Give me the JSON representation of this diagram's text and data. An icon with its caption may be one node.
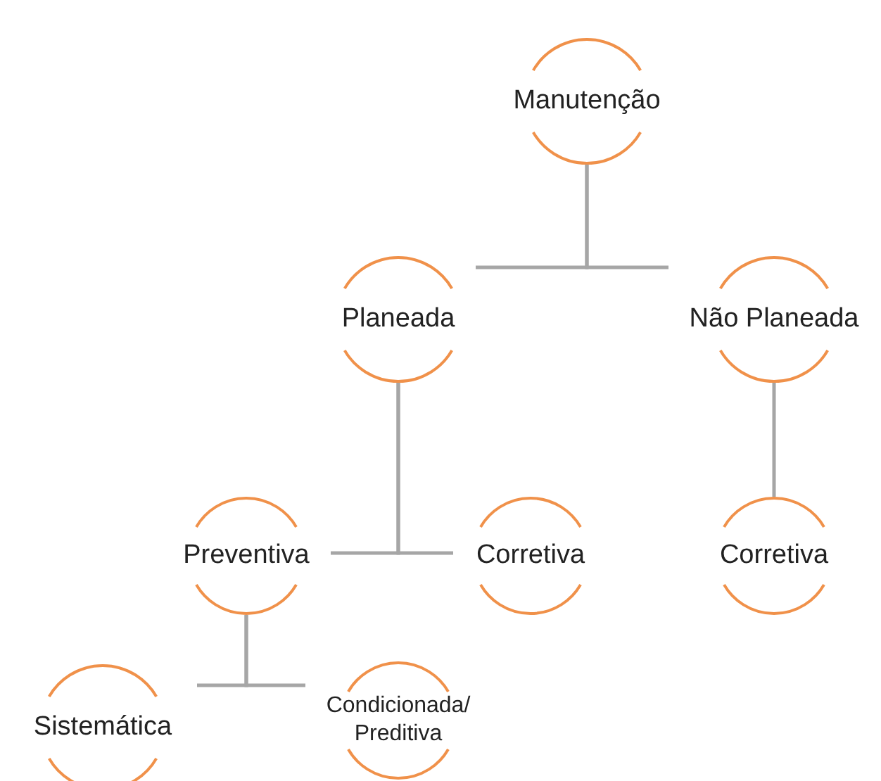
{
  "diagram": {
    "nodes": [
      {
        "text": [
          "Manutenção"
        ]
      },
      {
        "text": [
          "Planeada"
        ]
      },
      {
        "text": [
          "Não Planeada"
        ]
      },
      {
        "text": [
          "Preventiva"
        ]
      },
      {
        "text": [
          "Corretiva"
        ]
      },
      {
        "text": [
          "Corretiva"
        ]
      },
      {
        "text": [
          "Sistemática"
        ]
      },
      {
        "text": [
          "Condicionada/ Preditiva"
        ]
      }
    ],
    "edges": [
      {
        "from": 0,
        "to": 1,
        "arrow": "none"
      },
      {
        "from": 0,
        "to": 2,
        "arrow": "none"
      },
      {
        "from": 1,
        "to": 3,
        "arrow": "none"
      },
      {
        "from": 1,
        "to": 4,
        "arrow": "none"
      },
      {
        "from": 2,
        "to": 5,
        "arrow": "none"
      },
      {
        "from": 3,
        "to": 6,
        "arrow": "none"
      },
      {
        "from": 3,
        "to": 7,
        "arrow": "none"
      }
    ]
  }
}
